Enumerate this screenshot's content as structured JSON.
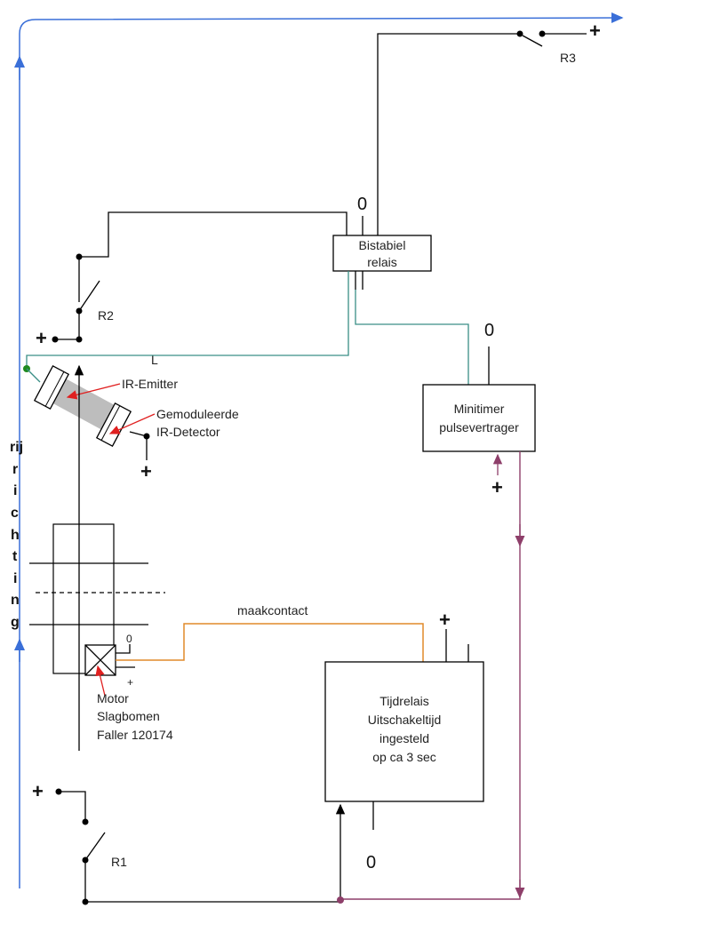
{
  "diagram": {
    "relays": {
      "r1": "R1",
      "r2": "R2",
      "r3": "R3"
    },
    "bistable": {
      "line1": "Bistabiel",
      "line2": "relais"
    },
    "minitimer": {
      "line1": "Minitimer",
      "line2": "pulsevertrager"
    },
    "tijdrelais": {
      "line1": "Tijdrelais",
      "line2": "Uitschakeltijd",
      "line3": "ingesteld",
      "line4": "op ca 3 sec"
    },
    "ir_emitter": "IR-Emitter",
    "ir_detector": {
      "line1": "Gemoduleerde",
      "line2": "IR-Detector"
    },
    "motor": {
      "line1": "Motor",
      "line2": "Slagbomen",
      "line3": "Faller 120174"
    },
    "maakcontact": "maakcontact",
    "label_l": "L",
    "plus": "+",
    "zero": "0",
    "direction_letters": [
      "rij",
      "r",
      "i",
      "c",
      "h",
      "t",
      "i",
      "n",
      "g"
    ],
    "colors": {
      "direction": "#3a6fd8",
      "teal": "#3a8f86",
      "purple": "#8e3f6a",
      "orange": "#e08a2a",
      "green_dot": "#1e8a1e",
      "red_pointer": "#e02020"
    }
  }
}
